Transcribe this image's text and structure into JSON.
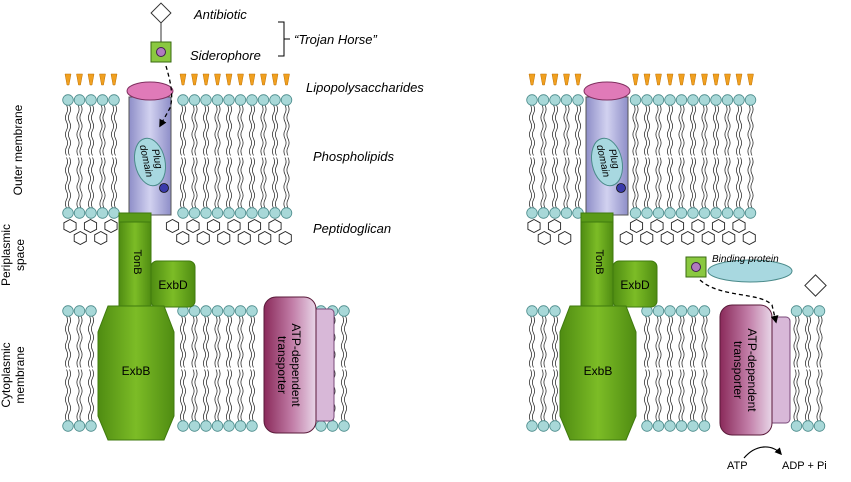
{
  "labels": {
    "antibiotic": "Antibiotic",
    "siderophore": "Siderophore",
    "trojan_horse": "“Trojan Horse”",
    "lipopolysaccharides": "Lipopolysaccharides",
    "phospholipids": "Phospholipids",
    "peptidoglican": "Peptidoglican",
    "outer_membrane": "Outer membrane",
    "periplasmic_space_1": "Periplasmic",
    "periplasmic_space_2": "space",
    "cytoplasmic_membrane_1": "Cytoplasmic",
    "cytoplasmic_membrane_2": "membrane",
    "plug_domain_1": "Plug",
    "plug_domain_2": "domain",
    "tonb": "TonB",
    "exbd": "ExbD",
    "exbb": "ExbB",
    "atp_transporter_1": "ATP-dependent",
    "atp_transporter_2": "transporter",
    "binding_protein": "Binding protein",
    "atp": "ATP",
    "adp_pi": "ADP + Pi"
  },
  "colors": {
    "lipid_head": "#a8d8d8",
    "lipid_head_stroke": "#4a8a8a",
    "lps": "#f0a020",
    "channel": "#b8b8e0",
    "pink_cap": "#e07ab8",
    "plug": "#a8d8e0",
    "green_protein": "#6aaa1e",
    "green_dark": "#3f7a0e",
    "transporter": "#8a2a5a",
    "transporter_light": "#d8b8d8",
    "siderophore_box": "#8ac840",
    "iron_dot": "#3a3aaa"
  }
}
